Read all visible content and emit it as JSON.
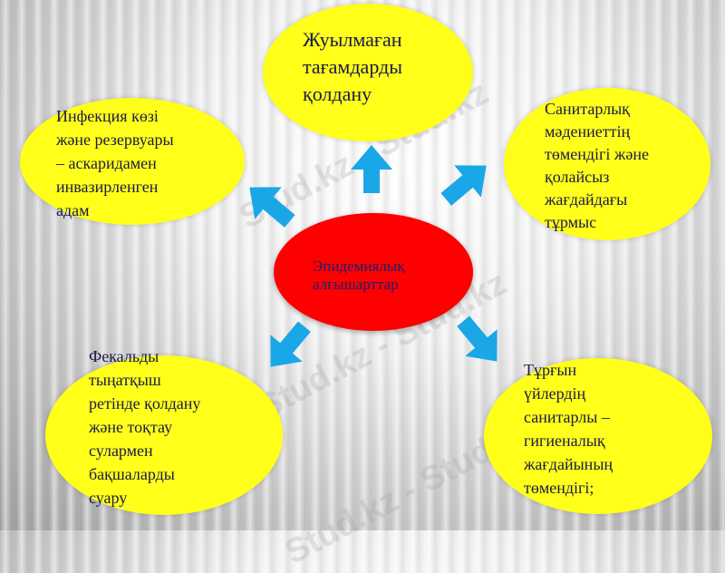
{
  "watermark": "Stud.kz - Stud.kz",
  "center": {
    "label": "Эпидемиялық\nалғышарттар",
    "color": "#ff0000"
  },
  "nodes": [
    {
      "id": "top",
      "label": "Жуылмаған\nтағамдарды\nқолдану"
    },
    {
      "id": "left-upper",
      "label": "Инфекция көзі\nжәне резервуары\n– аскаридамен\nинвазирленген\nадам"
    },
    {
      "id": "right-upper",
      "label": "Санитарлық\nмәдениеттің\nтөмендігі және\nқолайсыз\nжағдайдағы\nтұрмыс"
    },
    {
      "id": "left-lower",
      "label": "Фекальды\nтыңатқыш\nретінде қолдану\nжәне тоқтау\nсулармен\nбақшаларды\nсуару"
    },
    {
      "id": "right-lower",
      "label": "Тұрғын\nүйлердің\nсанитарлы –\nгигиеналық\nжағдайының\nтөмендігі;"
    }
  ],
  "colors": {
    "node_fill": "#ffff1a",
    "arrow": "#1aa7e8",
    "text": "#1a1a4a"
  }
}
